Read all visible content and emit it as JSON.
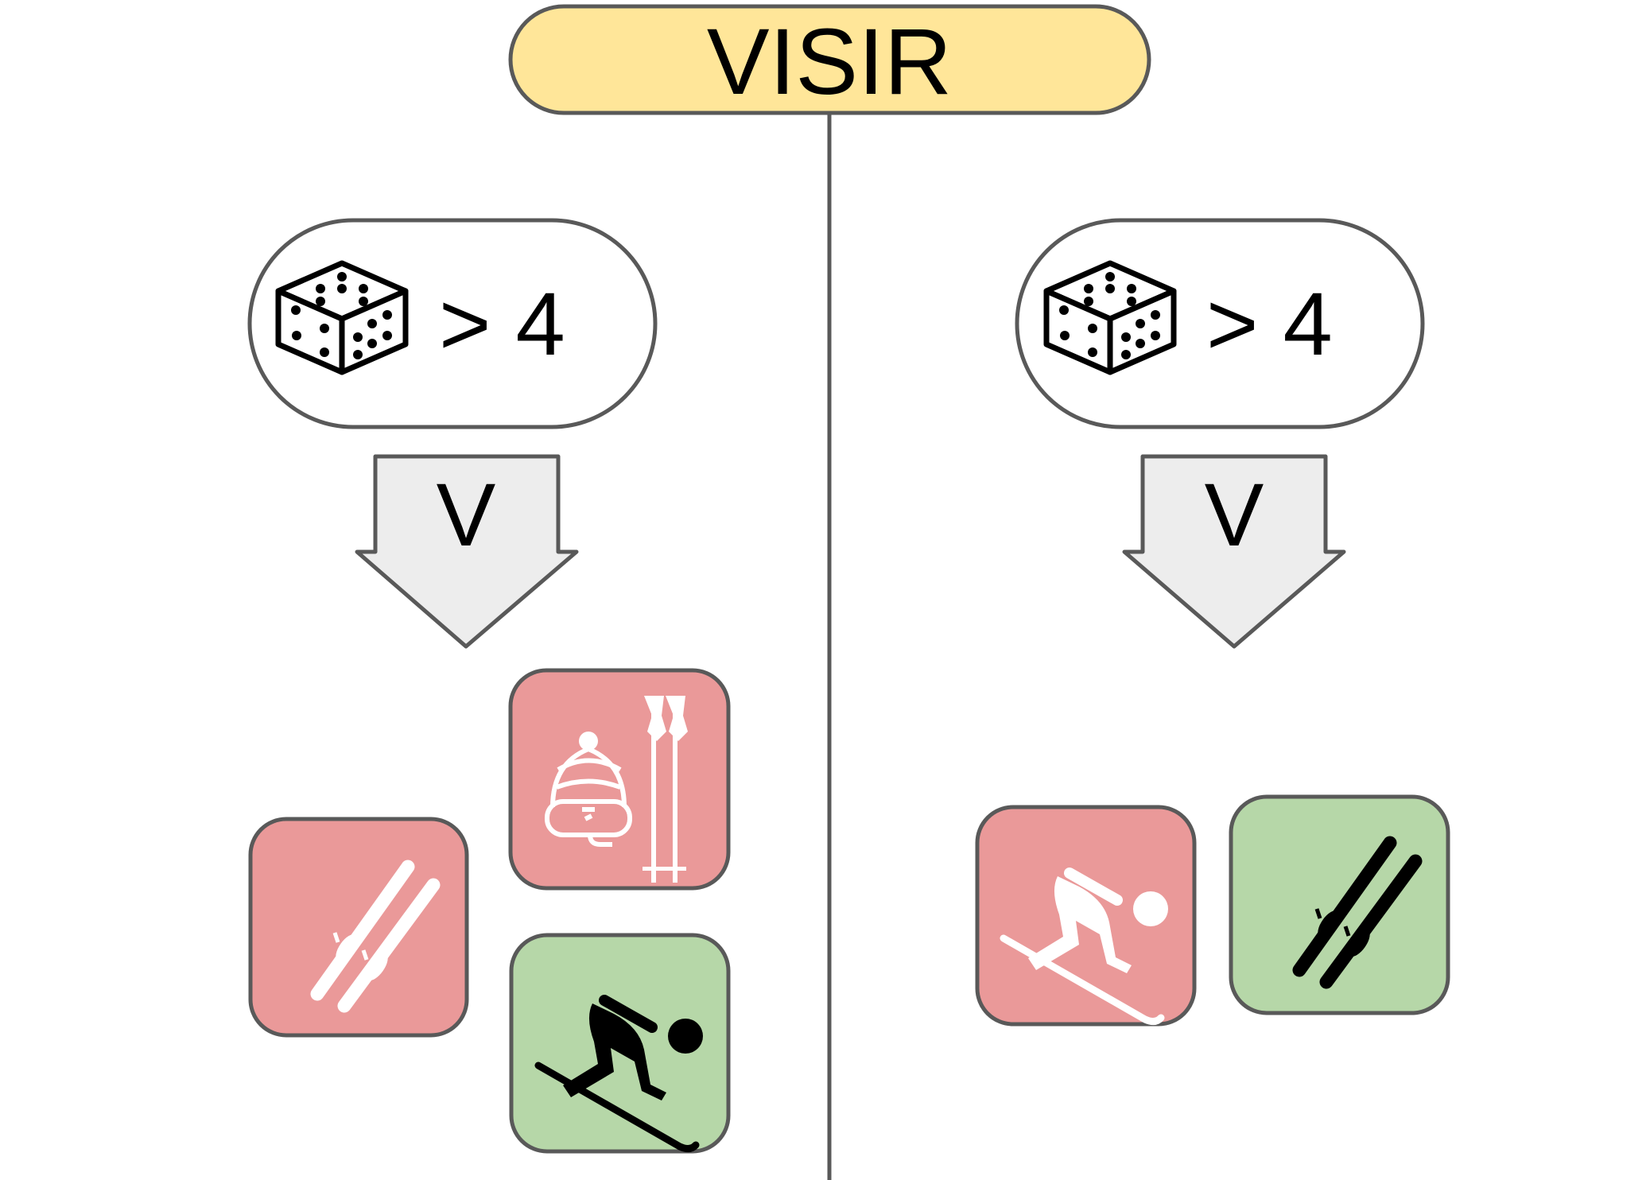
{
  "header": {
    "title": "VISIR"
  },
  "left_panel": {
    "condition": {
      "icon": "dice-icon",
      "text": "> 4"
    },
    "arrow_label": "V",
    "cards": [
      {
        "icon": "skis-icon",
        "status": "red"
      },
      {
        "icon": "ski-helmet-goggles-poles-icon",
        "status": "red"
      },
      {
        "icon": "downhill-skier-icon",
        "status": "green"
      }
    ]
  },
  "right_panel": {
    "condition": {
      "icon": "dice-icon",
      "text": "> 4"
    },
    "arrow_label": "V",
    "cards": [
      {
        "icon": "downhill-skier-icon",
        "status": "red"
      },
      {
        "icon": "skis-icon",
        "status": "green"
      }
    ]
  },
  "colors": {
    "title_fill": "#FFE699",
    "outline": "#595959",
    "arrow_fill": "#EDEDED",
    "card_red": "#EA9999",
    "card_green": "#B6D7A8",
    "icon_on_red": "#ffffff",
    "icon_on_green": "#000000"
  }
}
